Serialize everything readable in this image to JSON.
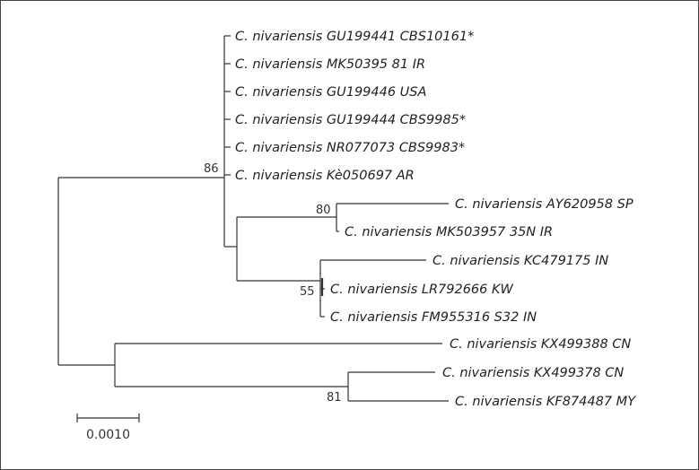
{
  "tree": {
    "leaves": [
      "C. nivariensis GU199441 CBS10161*",
      "C. nivariensis MK50395 81 IR",
      "C. nivariensis GU199446 USA",
      "C. nivariensis GU199444 CBS9985*",
      "C. nivariensis NR077073 CBS9983*",
      "C. nivariensis Kè050697 AR",
      "C. nivariensis AY620958 SP",
      "C. nivariensis MK503957 35N IR",
      "C. nivariensis KC479175 IN",
      "C. nivariensis LR792666 KW",
      "C. nivariensis FM955316 S32 IN",
      "C. nivariensis KX499388 CN",
      "C. nivariensis KX499378 CN",
      "C. nivariensis KF874487 MY"
    ],
    "bootstrap": [
      "86",
      "80",
      "55",
      "81"
    ],
    "scale_bar": {
      "label": "0.0010"
    }
  }
}
